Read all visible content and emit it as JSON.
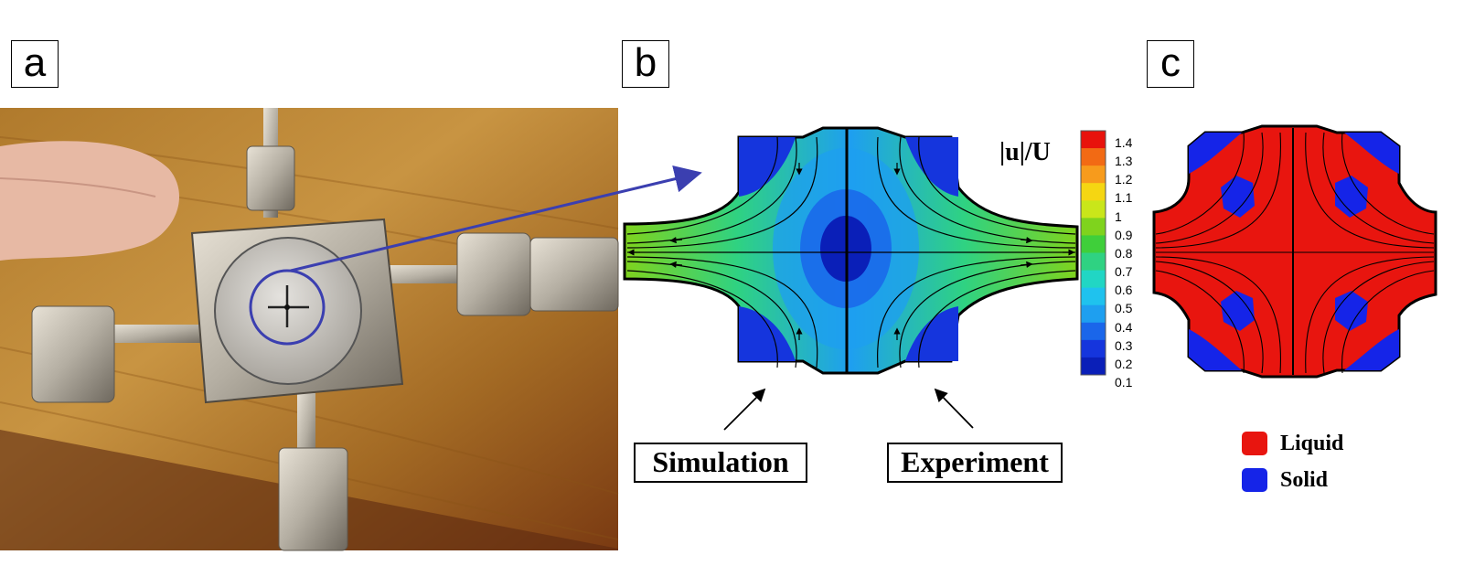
{
  "panels": {
    "a": {
      "label": "a"
    },
    "b": {
      "label": "b",
      "colorbar": {
        "title": "|u|/U",
        "ticks": [
          "1.4",
          "1.3",
          "1.2",
          "1.1",
          "1",
          "0.9",
          "0.8",
          "0.7",
          "0.6",
          "0.5",
          "0.4",
          "0.3",
          "0.2",
          "0.1"
        ],
        "colors": [
          "#e8120c",
          "#f26a14",
          "#f79b1c",
          "#f5d612",
          "#c9e61a",
          "#7fd31d",
          "#3fcf3a",
          "#2fd282",
          "#21d6c4",
          "#1fc2ee",
          "#1e9ff0",
          "#1a66ea",
          "#1535dd",
          "#0a1fb8"
        ]
      },
      "simulation_label": "Simulation",
      "experiment_label": "Experiment"
    },
    "c": {
      "label": "c",
      "legend": [
        {
          "label": "Liquid",
          "color": "#e8150f"
        },
        {
          "label": "Solid",
          "color": "#1524e8"
        }
      ]
    }
  },
  "colors": {
    "arrow": "#3b3fb0",
    "border": "#000000"
  }
}
